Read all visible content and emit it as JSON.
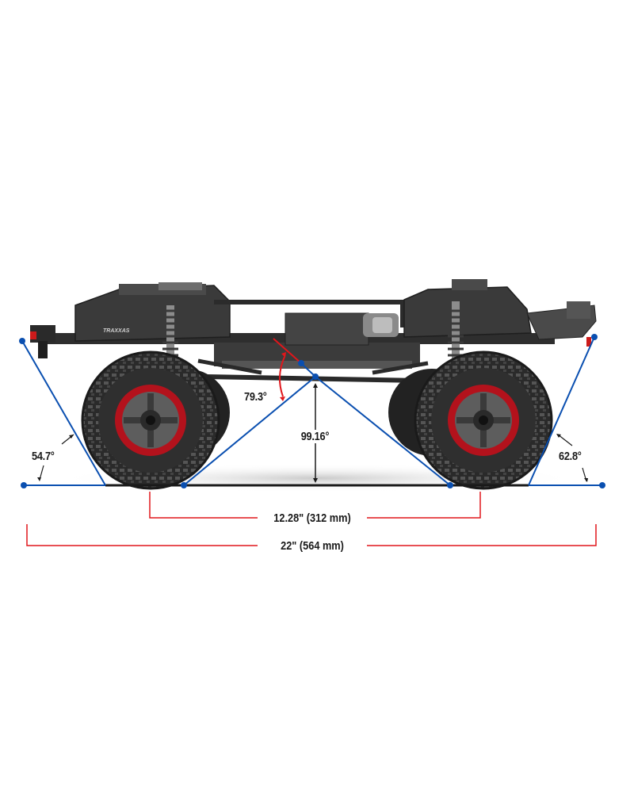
{
  "diagram": {
    "subject": "RC crawler chassis side view with geometry dimensions",
    "brand_mark": "TRAXXAS",
    "colors": {
      "angle_lines": "#0a4fb0",
      "dimension_lines": "#e0161b",
      "breakover_red_line": "#e0161b",
      "text": "#1a1a1a",
      "ground": "#1a1a1a",
      "rim_red": "#b3121c",
      "tire": "#2b2b2b",
      "chassis": "#3a3a3a",
      "background": "#ffffff"
    },
    "angles": {
      "approach": "54.7°",
      "departure": "62.8°",
      "breakover": "79.3°",
      "ground_clearance_angle": "99.16°"
    },
    "dimensions": {
      "wheelbase": "12.28\" (312 mm)",
      "overall_length": "22\" (564 mm)"
    }
  }
}
